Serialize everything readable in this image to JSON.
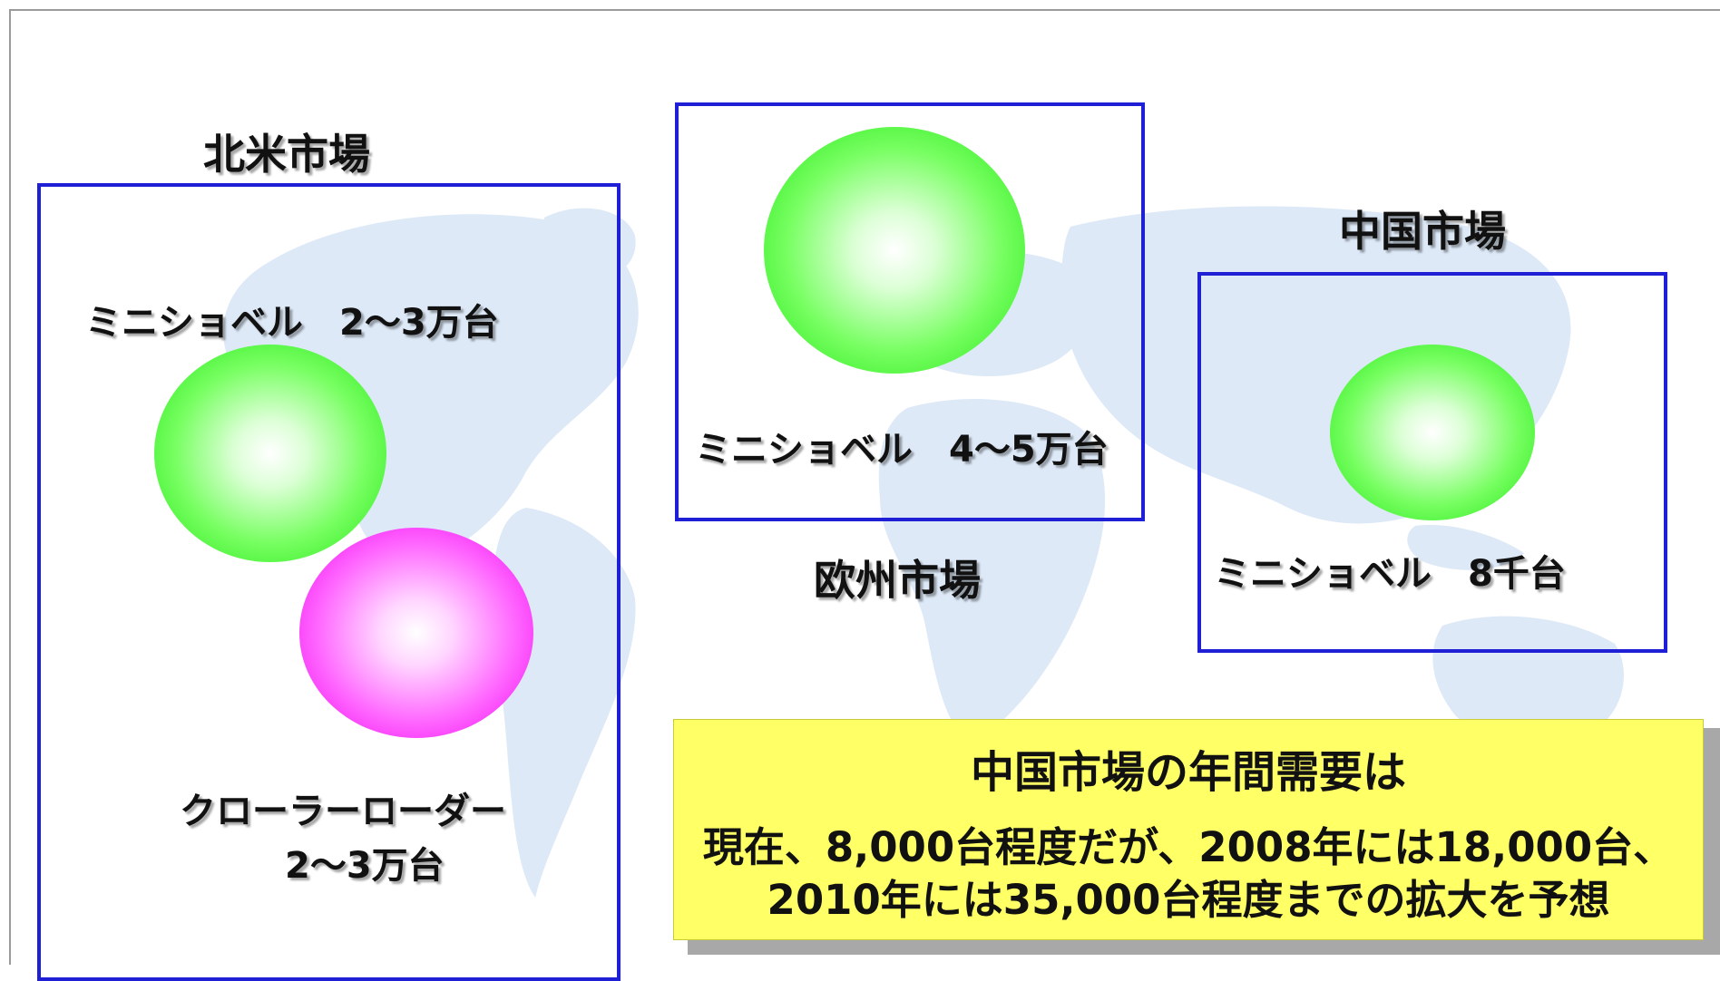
{
  "markets": {
    "north_america": {
      "title": "北米市場",
      "mini_excavator": "ミニショベル　2～3万台",
      "crawler_loader": "クローラーローダー",
      "crawler_loader_value": "2～3万台"
    },
    "europe": {
      "title": "欧州市場",
      "mini_excavator": "ミニショベル　4～5万台"
    },
    "china": {
      "title": "中国市場",
      "mini_excavator": "ミニショベル　8千台"
    }
  },
  "note": {
    "title": "中国市場の年間需要は",
    "line1": "現在、8,000台程度だが、2008年には18,000台、",
    "line2": "2010年には35,000台程度までの拡大を予想"
  },
  "colors": {
    "box_border": "#1f1fd6",
    "green_bubble": "#21e614",
    "magenta_bubble": "#ee00ee",
    "note_background": "#ffff66",
    "map_land": "#dde9f7"
  }
}
